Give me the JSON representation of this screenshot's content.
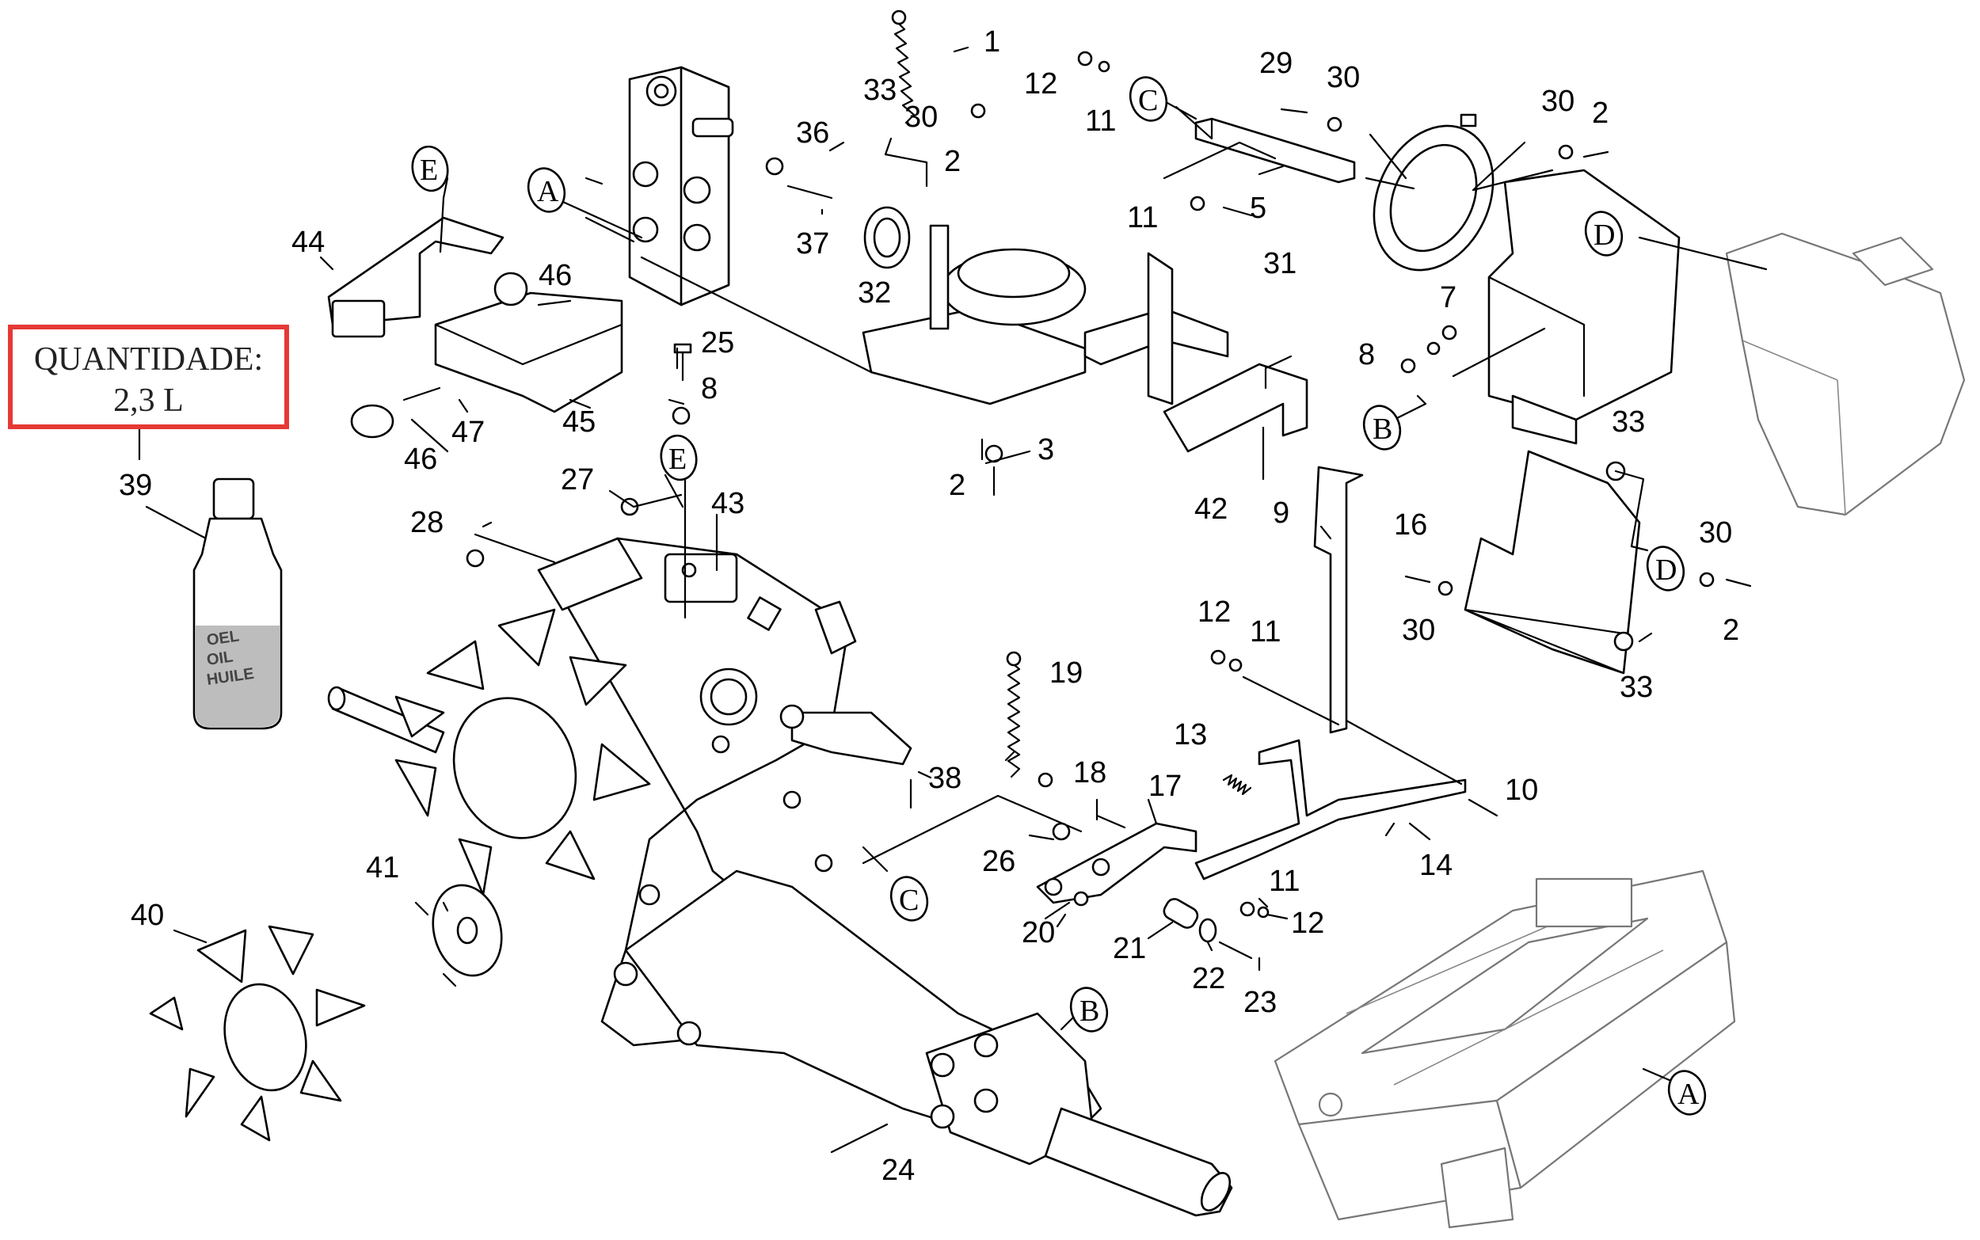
{
  "quantity_box": {
    "title": "QUANTIDADE:",
    "value": "2,3 L"
  },
  "bottle": {
    "line1": "OEL",
    "line2": "OIL",
    "line3": "HUILE"
  },
  "accent_color": "#e53935",
  "callouts": [
    {
      "id": "c1",
      "text": "1"
    },
    {
      "id": "c2a",
      "text": "2"
    },
    {
      "id": "c2b",
      "text": "2"
    },
    {
      "id": "c2c",
      "text": "2"
    },
    {
      "id": "c2d",
      "text": "2"
    },
    {
      "id": "c3",
      "text": "3"
    },
    {
      "id": "c5",
      "text": "5"
    },
    {
      "id": "c7",
      "text": "7"
    },
    {
      "id": "c8a",
      "text": "8"
    },
    {
      "id": "c8b",
      "text": "8"
    },
    {
      "id": "c9",
      "text": "9"
    },
    {
      "id": "c10",
      "text": "10"
    },
    {
      "id": "c11a",
      "text": "11"
    },
    {
      "id": "c11b",
      "text": "11"
    },
    {
      "id": "c11c",
      "text": "11"
    },
    {
      "id": "c11d",
      "text": "11"
    },
    {
      "id": "c12a",
      "text": "12"
    },
    {
      "id": "c12b",
      "text": "12"
    },
    {
      "id": "c12c",
      "text": "12"
    },
    {
      "id": "c13",
      "text": "13"
    },
    {
      "id": "c14",
      "text": "14"
    },
    {
      "id": "c16",
      "text": "16"
    },
    {
      "id": "c17",
      "text": "17"
    },
    {
      "id": "c18",
      "text": "18"
    },
    {
      "id": "c19",
      "text": "19"
    },
    {
      "id": "c20",
      "text": "20"
    },
    {
      "id": "c21",
      "text": "21"
    },
    {
      "id": "c22",
      "text": "22"
    },
    {
      "id": "c23",
      "text": "23"
    },
    {
      "id": "c24",
      "text": "24"
    },
    {
      "id": "c25",
      "text": "25"
    },
    {
      "id": "c26",
      "text": "26"
    },
    {
      "id": "c27",
      "text": "27"
    },
    {
      "id": "c28",
      "text": "28"
    },
    {
      "id": "c29",
      "text": "29"
    },
    {
      "id": "c30a",
      "text": "30"
    },
    {
      "id": "c30b",
      "text": "30"
    },
    {
      "id": "c30c",
      "text": "30"
    },
    {
      "id": "c30d",
      "text": "30"
    },
    {
      "id": "c30e",
      "text": "30"
    },
    {
      "id": "c31",
      "text": "31"
    },
    {
      "id": "c32",
      "text": "32"
    },
    {
      "id": "c33a",
      "text": "33"
    },
    {
      "id": "c33b",
      "text": "33"
    },
    {
      "id": "c33c",
      "text": "33"
    },
    {
      "id": "c36",
      "text": "36"
    },
    {
      "id": "c37",
      "text": "37"
    },
    {
      "id": "c38",
      "text": "38"
    },
    {
      "id": "c39",
      "text": "39"
    },
    {
      "id": "c40",
      "text": "40"
    },
    {
      "id": "c41",
      "text": "41"
    },
    {
      "id": "c42",
      "text": "42"
    },
    {
      "id": "c43",
      "text": "43"
    },
    {
      "id": "c44",
      "text": "44"
    },
    {
      "id": "c45",
      "text": "45"
    },
    {
      "id": "c46a",
      "text": "46"
    },
    {
      "id": "c46b",
      "text": "46"
    },
    {
      "id": "c47",
      "text": "47"
    }
  ],
  "refs": [
    {
      "id": "rA1",
      "text": "A"
    },
    {
      "id": "rA2",
      "text": "A"
    },
    {
      "id": "rB1",
      "text": "B"
    },
    {
      "id": "rB2",
      "text": "B"
    },
    {
      "id": "rC1",
      "text": "C"
    },
    {
      "id": "rC2",
      "text": "C"
    },
    {
      "id": "rD1",
      "text": "D"
    },
    {
      "id": "rD2",
      "text": "D"
    },
    {
      "id": "rE1",
      "text": "E"
    },
    {
      "id": "rE2",
      "text": "E"
    }
  ]
}
